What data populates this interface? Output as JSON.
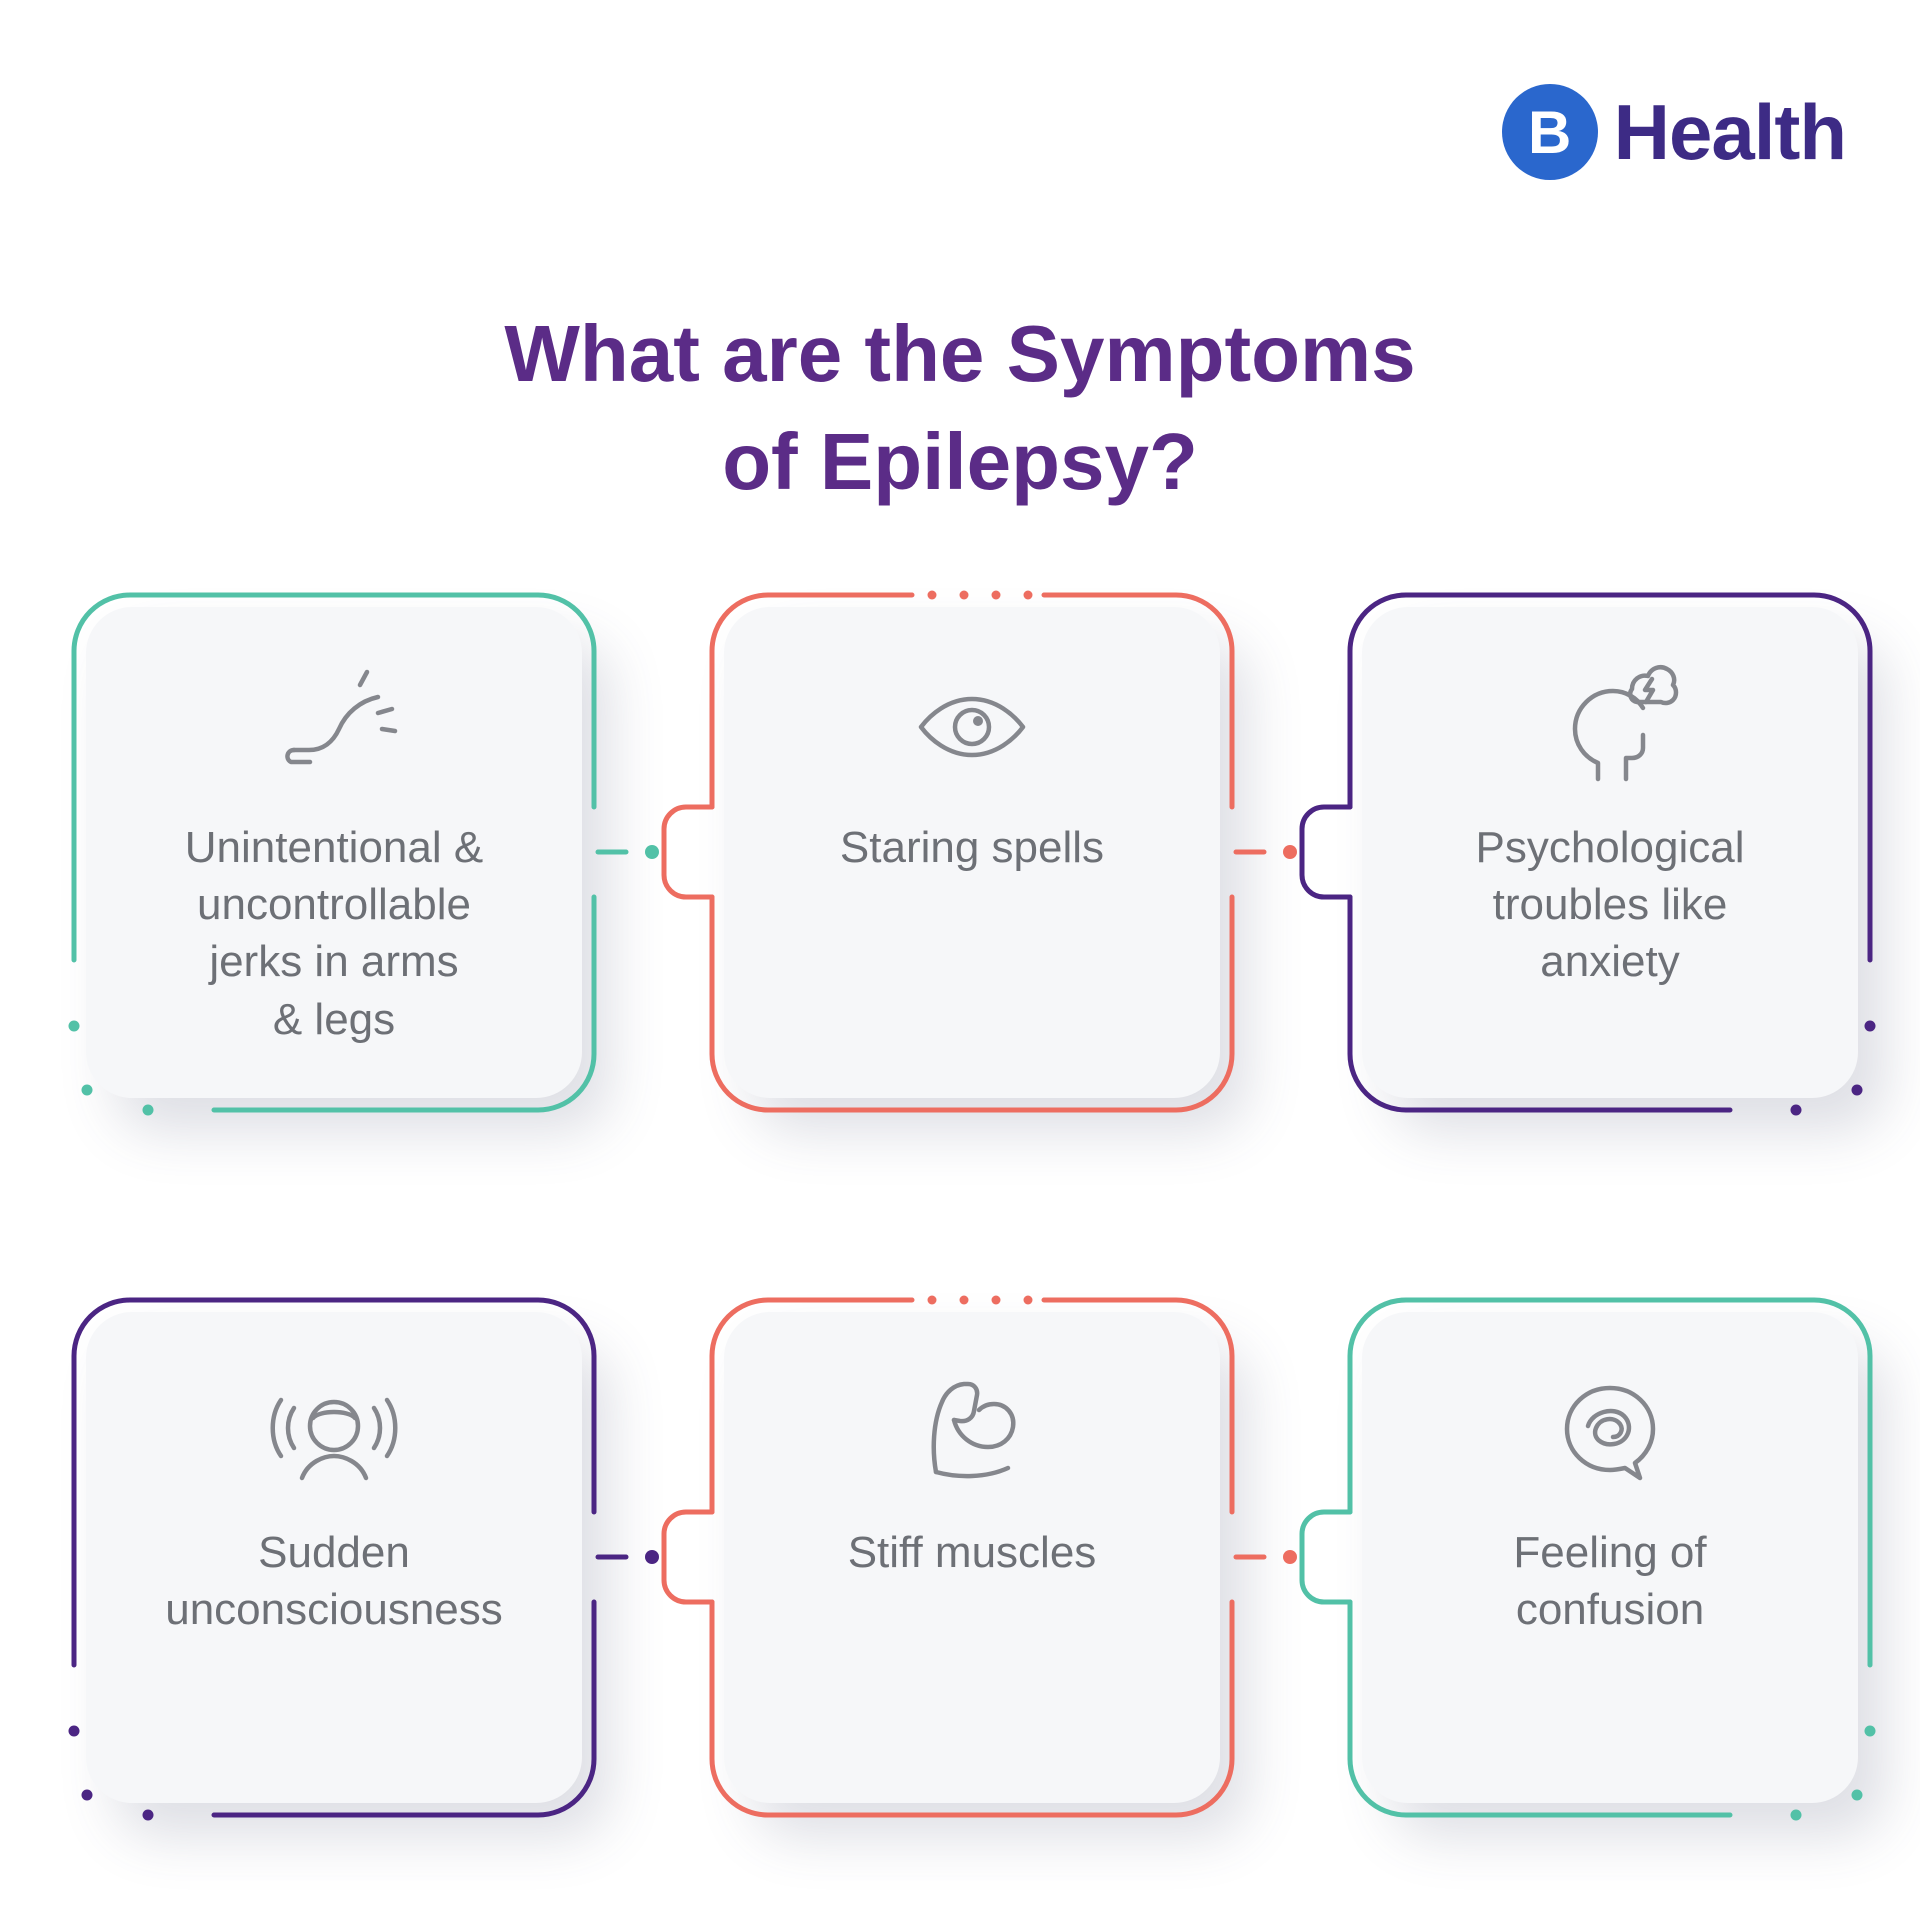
{
  "colors": {
    "teal": "#52c1a7",
    "coral": "#ed6d60",
    "purple": "#4b2583",
    "title": "#5b2c87",
    "brand_text": "#3d2b85",
    "brand_blue": "#2a67cd",
    "label": "#6d7076",
    "icon": "#85878d",
    "card_bg": "#f6f7f9"
  },
  "brand": {
    "icon_letter": "B",
    "name": "Health"
  },
  "title": {
    "lines": [
      "What are the Symptoms",
      "of Epilepsy?"
    ]
  },
  "cards": [
    {
      "icon": "jerking-limb-icon",
      "accent": "#52c1a7",
      "label_lines": [
        "Unintentional &",
        "uncontrollable",
        "jerks in arms",
        "& legs"
      ]
    },
    {
      "icon": "eye-icon",
      "accent": "#ed6d60",
      "label_lines": [
        "Staring spells"
      ]
    },
    {
      "icon": "head-lightning-icon",
      "accent": "#4b2583",
      "label_lines": [
        "Psychological",
        "troubles like",
        "anxiety"
      ]
    },
    {
      "icon": "head-vibration-icon",
      "accent": "#4b2583",
      "label_lines": [
        "Sudden",
        "unconsciousness"
      ]
    },
    {
      "icon": "flexed-bicep-icon",
      "accent": "#ed6d60",
      "label_lines": [
        "Stiff muscles"
      ]
    },
    {
      "icon": "confused-bubble-icon",
      "accent": "#52c1a7",
      "label_lines": [
        "Feeling of",
        "confusion"
      ]
    }
  ]
}
